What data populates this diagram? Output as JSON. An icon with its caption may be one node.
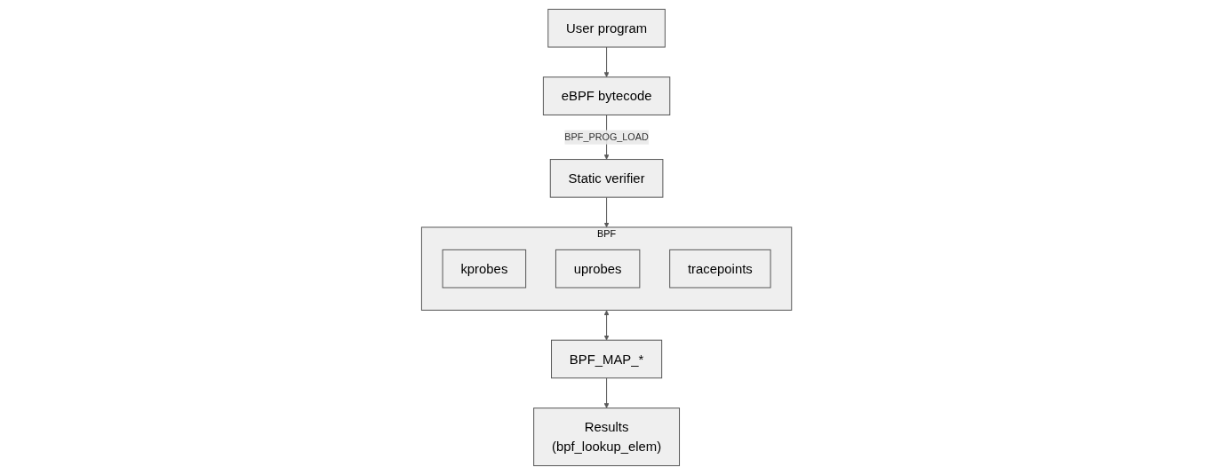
{
  "diagram": {
    "nodes": [
      {
        "text": [
          "Static verifier"
        ]
      },
      {
        "text": [
          "User program"
        ]
      },
      {
        "text": [
          "BPF"
        ]
      },
      {
        "text": [
          "kprobes"
        ],
        "in": 2
      },
      {
        "text": [
          "uprobes"
        ],
        "in": 2
      },
      {
        "text": [
          "tracepoints"
        ],
        "in": 2
      },
      {
        "text": [
          "eBPF bytecode"
        ]
      },
      {
        "text": [
          "BPF_MAP_*"
        ]
      },
      {
        "text": [
          "Results",
          "(bpf_lookup_elem)"
        ]
      }
    ],
    "edges": [
      {
        "from": 0,
        "to": 2,
        "arrow": "to"
      },
      {
        "from": 1,
        "to": 6,
        "arrow": "to"
      },
      {
        "from": 6,
        "to": 0,
        "arrow": "to",
        "label": "BPF_PROG_LOAD"
      },
      {
        "from": 2,
        "to": 7,
        "arrow": "both"
      },
      {
        "from": 7,
        "to": 8,
        "arrow": "to"
      }
    ]
  }
}
